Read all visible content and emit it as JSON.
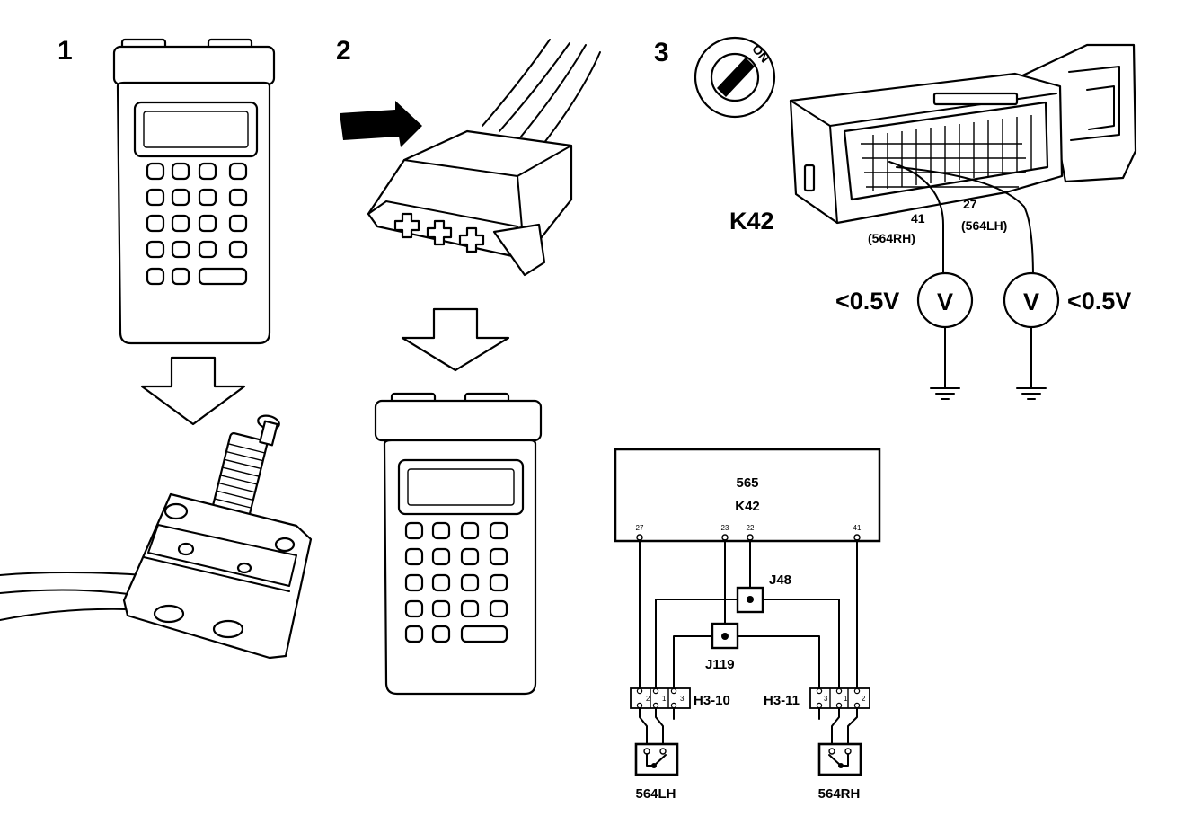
{
  "steps": {
    "one": "1",
    "two": "2",
    "three": "3"
  },
  "ignition": {
    "label": "ON"
  },
  "ecu": {
    "connector": "K42",
    "pin_left": "41",
    "pin_left_circuit": "(564RH)",
    "pin_right": "27",
    "pin_right_circuit": "(564LH)"
  },
  "meters": {
    "left": {
      "symbol": "V",
      "reading": "<0.5V"
    },
    "right": {
      "symbol": "V",
      "reading": "<0.5V"
    }
  },
  "schematic": {
    "module_number": "565",
    "module_connector": "K42",
    "pins": [
      "27",
      "23",
      "22",
      "41"
    ],
    "splices": {
      "upper": "J48",
      "lower": "J119"
    },
    "harness_left": "H3-10",
    "harness_right": "H3-11",
    "harness_left_pins": [
      "2",
      "1",
      "3"
    ],
    "harness_right_pins": [
      "3",
      "1",
      "2"
    ],
    "switch_left": "564LH",
    "switch_right": "564RH"
  }
}
